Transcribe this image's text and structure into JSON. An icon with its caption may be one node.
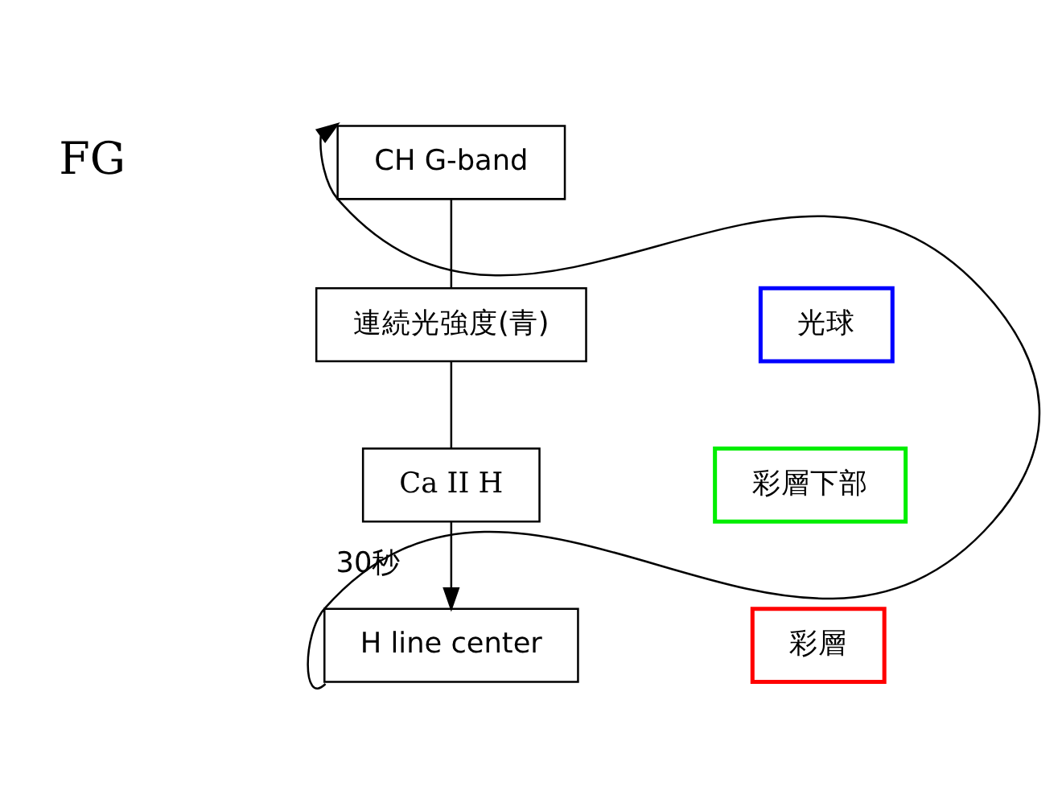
{
  "diagram": {
    "nodes": [
      {
        "text": [
          "CH G-band"
        ]
      },
      {
        "text": [
          "連続光強度(青)"
        ]
      },
      {
        "text": [
          "Ca II H"
        ]
      },
      {
        "text": [
          "H line center"
        ]
      },
      {
        "text": [
          "光球"
        ]
      },
      {
        "text": [
          "彩層下部"
        ]
      },
      {
        "text": [
          "彩層"
        ]
      }
    ],
    "edges": [
      {
        "from": 0,
        "to": 1,
        "arrow": "none"
      },
      {
        "from": 1,
        "to": 2,
        "arrow": "none"
      },
      {
        "from": 2,
        "to": 3,
        "arrow": "to"
      },
      {
        "from": 3,
        "to": 0,
        "arrow": "to",
        "label": "30秒"
      }
    ],
    "labels": [
      "FG"
    ]
  }
}
